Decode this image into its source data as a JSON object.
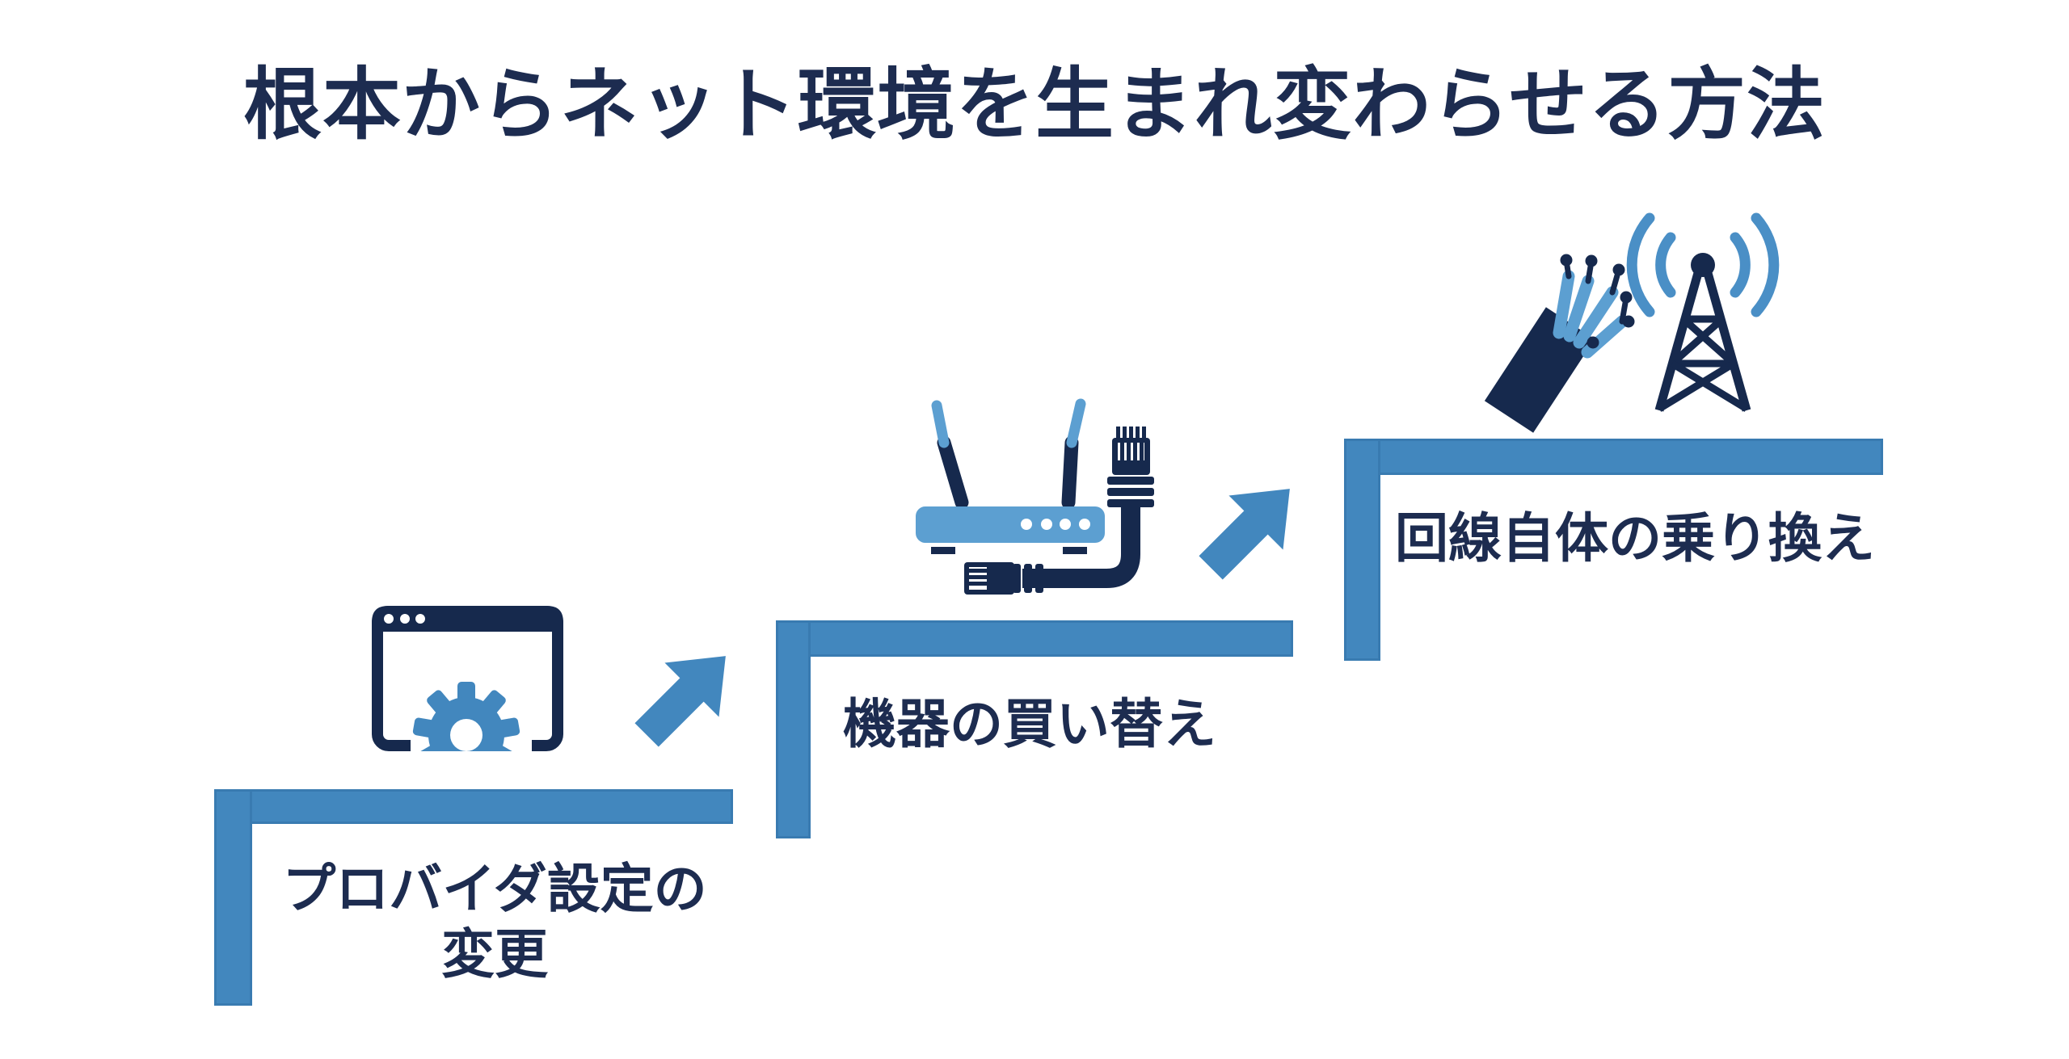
{
  "title": "根本からネット環境を生まれ変わらせる方法",
  "diagram_type": "ascending-staircase",
  "steps": [
    {
      "label": "プロバイダ設定の\n変更",
      "icon": "browser-settings-gear-icon"
    },
    {
      "label": "機器の買い替え",
      "icon": "wifi-router-lan-cable-icon"
    },
    {
      "label": "回線自体の乗り換え",
      "icon": "fiber-optic-cable-and-radio-tower-icon"
    }
  ],
  "arrows": [
    {
      "direction": "up-right"
    },
    {
      "direction": "up-right"
    }
  ],
  "colors": {
    "primary_blue": "#4287BE",
    "light_blue": "#5C9FD1",
    "arc_blue": "#4A8FC6",
    "navy_text": "#1D2C50",
    "icon_navy": "#16294D",
    "background": "#FFFFFF"
  }
}
